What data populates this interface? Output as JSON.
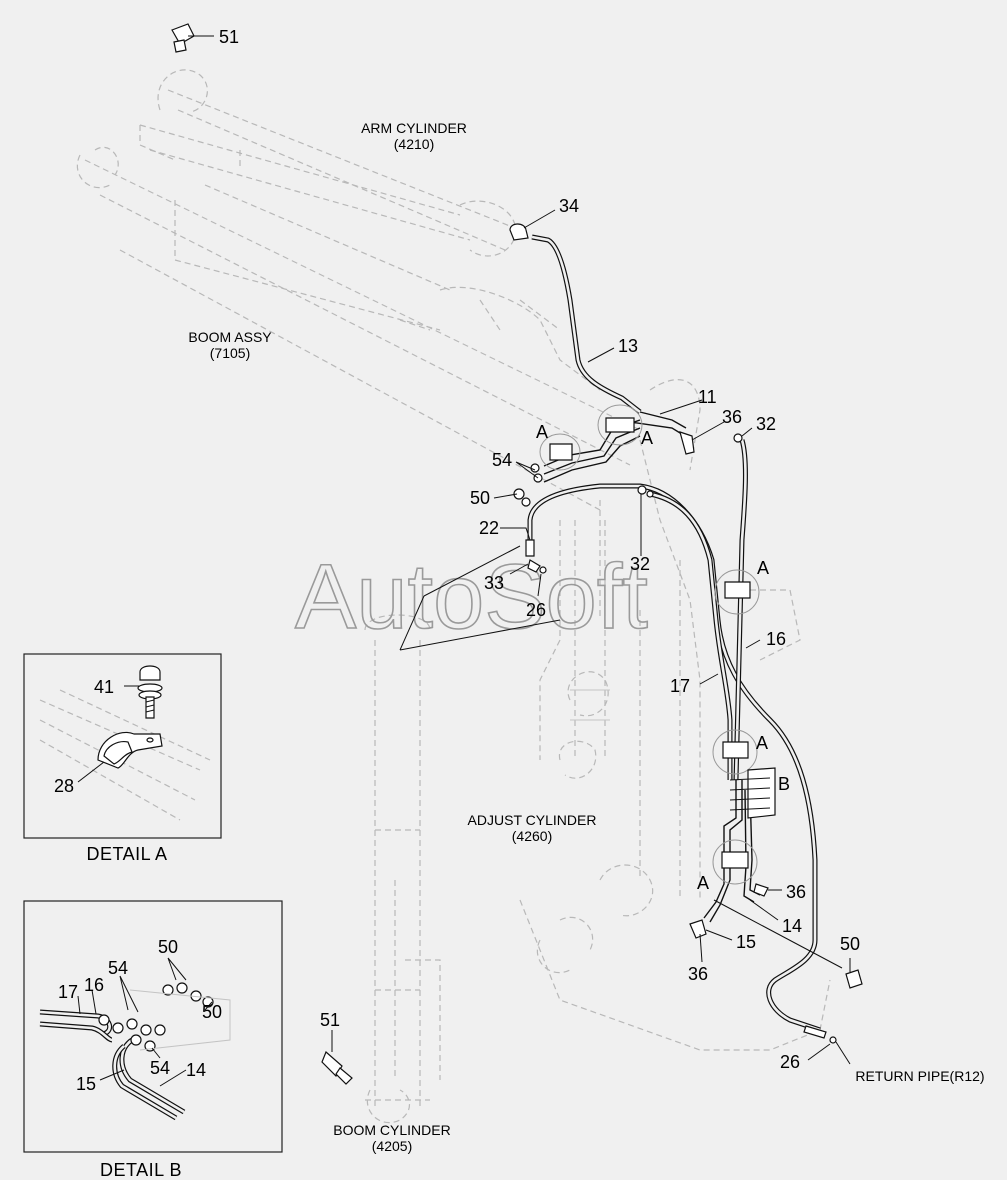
{
  "component_captions": {
    "arm_cylinder": "ARM CYLINDER",
    "arm_cylinder_code": "(4210)",
    "boom_assy": "BOOM ASSY",
    "boom_assy_code": "(7105)",
    "adjust_cylinder": "ADJUST CYLINDER",
    "adjust_cylinder_code": "(4260)",
    "boom_cylinder": "BOOM CYLINDER",
    "boom_cylinder_code": "(4205)",
    "return_pipe": "RETURN PIPE(R12)"
  },
  "detail_titles": {
    "detail_a": "DETAIL  A",
    "detail_b": "DETAIL  B"
  },
  "part_numbers": {
    "p51_top": "51",
    "p34": "34",
    "p13": "13",
    "p11": "11",
    "p36_top": "36",
    "p32_top": "32",
    "p54_main": "54",
    "p50_main": "50",
    "p22": "22",
    "p32_mid": "32",
    "p33": "33",
    "p26_mid": "26",
    "p16_main": "16",
    "p17_main": "17",
    "p36_right": "36",
    "p14_main": "14",
    "p15_main": "15",
    "p36_bottom": "36",
    "p50_right": "50",
    "p26_bottom": "26",
    "p51_bottom": "51",
    "p41": "41",
    "p28": "28",
    "p50_detb": "50",
    "p54_detb_top": "54",
    "p17_detb": "17",
    "p16_detb": "16",
    "p50_detb_right": "50",
    "p54_detb_bottom": "54",
    "p14_detb": "14",
    "p15_detb": "15"
  },
  "detail_markers": {
    "a1": "A",
    "a2": "A",
    "a3": "A",
    "a4": "A",
    "a5": "A",
    "b1": "B"
  },
  "watermark": "AutoSoft"
}
